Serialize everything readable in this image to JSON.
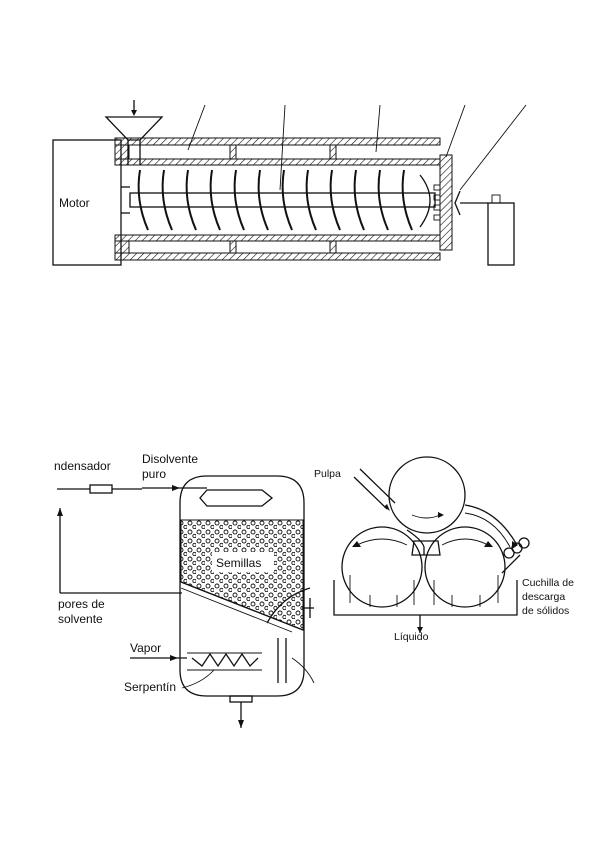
{
  "extruder": {
    "motor_label": "Motor"
  },
  "extractor": {
    "condenser_label": "ndensador",
    "solvent_label_line1": "Disolvente",
    "solvent_label_line2": "puro",
    "seeds_label": "Semillas",
    "vapors_label_line1": "pores de",
    "vapors_label_line2": "solvente",
    "steam_label": "Vapor",
    "coil_label": "Serpentín"
  },
  "filter": {
    "pulp_label": "Pulpa",
    "blade_label_line1": "Cuchilla de",
    "blade_label_line2": "descarga",
    "blade_label_line3": "de sólidos",
    "liquid_label": "Líquido"
  },
  "colors": {
    "ink": "#111111",
    "background": "#ffffff"
  }
}
